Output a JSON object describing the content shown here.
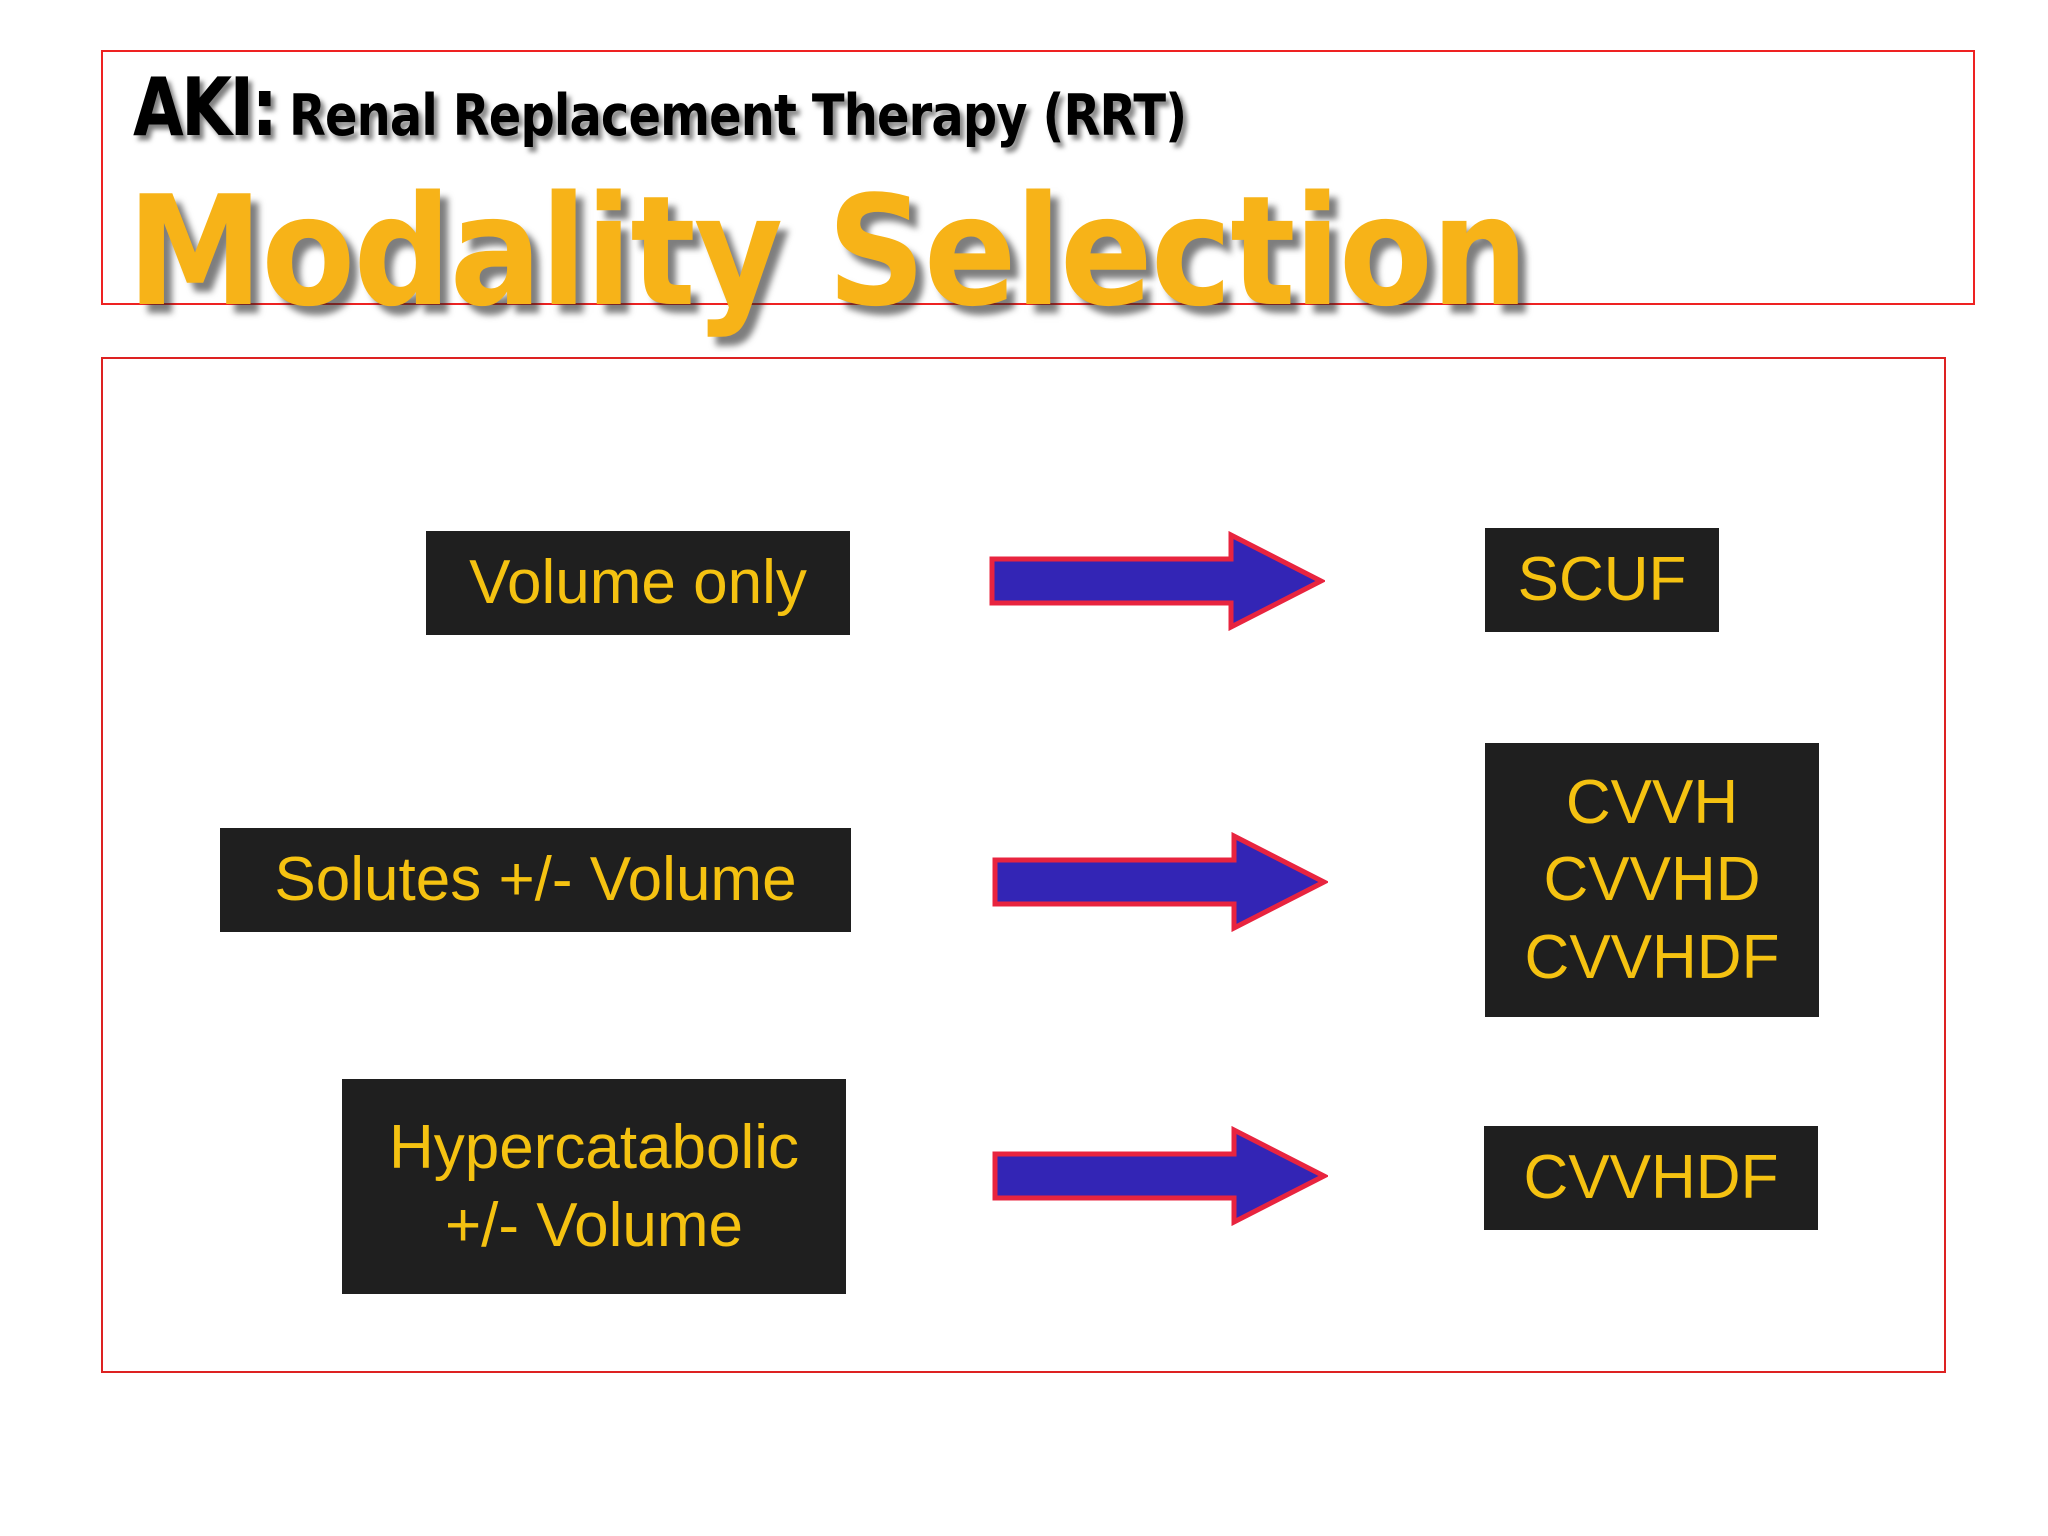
{
  "slide": {
    "header": {
      "eyebrow": "AKI:",
      "subject": "Renal Replacement Therapy (RRT)",
      "title": "Modality Selection"
    },
    "colors": {
      "frame_border": "#ee2222",
      "title_yellow": "#f7b318",
      "box_background": "#1f1f1f",
      "box_text": "#f5c211",
      "arrow_fill": "#3325b5",
      "arrow_outline": "#e8243f"
    },
    "rows": [
      {
        "indication_lines": [
          "Volume only"
        ],
        "arrow_label": "leads-to-arrow",
        "modality_lines": [
          "SCUF"
        ]
      },
      {
        "indication_lines": [
          "Solutes +/- Volume"
        ],
        "arrow_label": "leads-to-arrow",
        "modality_lines": [
          "CVVH",
          "CVVHD",
          "CVVHDF"
        ]
      },
      {
        "indication_lines": [
          "Hypercatabolic",
          "+/- Volume"
        ],
        "arrow_label": "leads-to-arrow",
        "modality_lines": [
          "CVVHDF"
        ]
      }
    ]
  }
}
